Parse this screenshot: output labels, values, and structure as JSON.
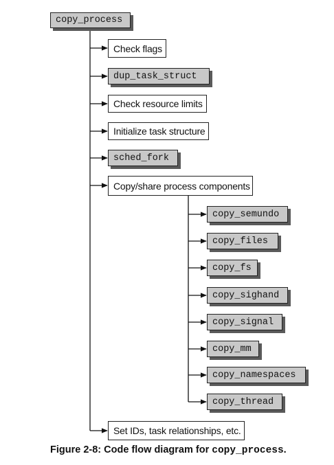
{
  "root": {
    "label": "copy_process",
    "kind": "func"
  },
  "steps": [
    {
      "label": "Check flags",
      "kind": "text"
    },
    {
      "label": "dup_task_struct",
      "kind": "func"
    },
    {
      "label": "Check resource limits",
      "kind": "text"
    },
    {
      "label": "Initialize task structure",
      "kind": "text"
    },
    {
      "label": "sched_fork",
      "kind": "func"
    },
    {
      "label": "Copy/share process components",
      "kind": "text"
    },
    {
      "label": "Set IDs, task relationships, etc.",
      "kind": "text"
    }
  ],
  "sub_steps": [
    {
      "label": "copy_semundo",
      "kind": "func"
    },
    {
      "label": "copy_files",
      "kind": "func"
    },
    {
      "label": "copy_fs",
      "kind": "func"
    },
    {
      "label": "copy_sighand",
      "kind": "func"
    },
    {
      "label": "copy_signal",
      "kind": "func"
    },
    {
      "label": "copy_mm",
      "kind": "func"
    },
    {
      "label": "copy_namespaces",
      "kind": "func"
    },
    {
      "label": "copy_thread",
      "kind": "func"
    }
  ],
  "caption": {
    "prefix": "Figure 2-8: Code flow diagram for ",
    "code": "copy_process",
    "suffix": "."
  },
  "colors": {
    "func_fill": "#c8c8c8",
    "func_shadow": "#5a5a5a",
    "line": "#111111"
  }
}
